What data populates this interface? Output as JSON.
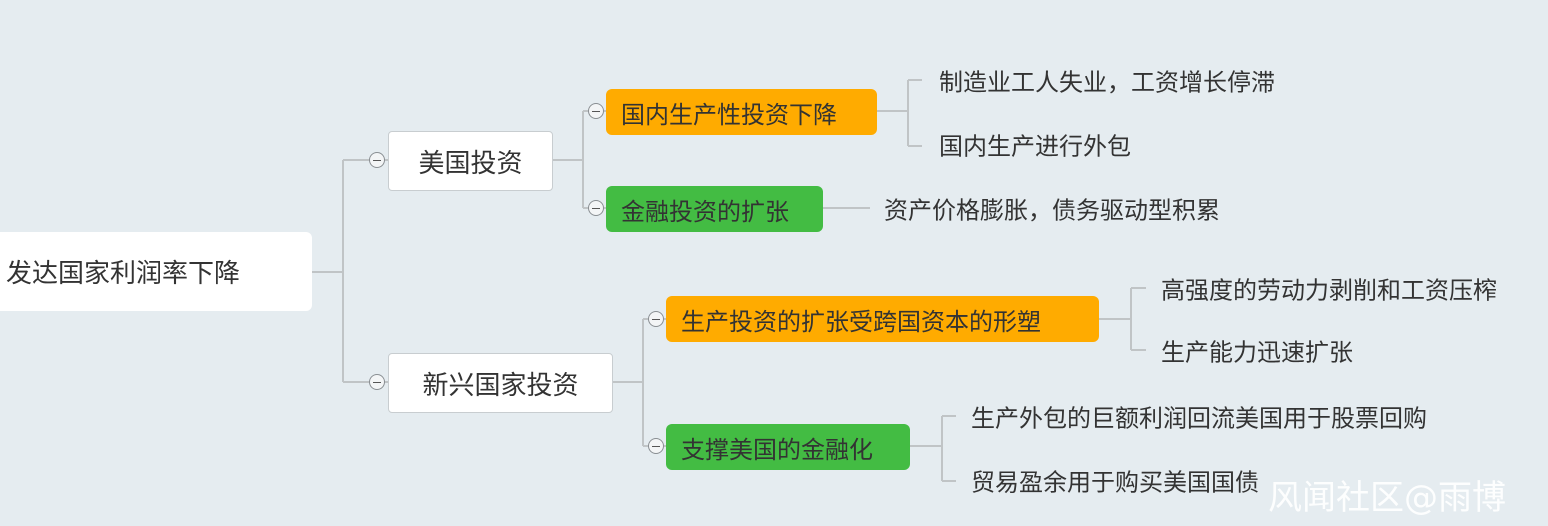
{
  "root": {
    "label": "发达国家利润率下降"
  },
  "branches": [
    {
      "label": "美国投资",
      "children": [
        {
          "label": "国内生产性投资下降",
          "color": "#ffab00",
          "leaves": [
            "制造业工人失业，工资增长停滞",
            "国内生产进行外包"
          ]
        },
        {
          "label": "金融投资的扩张",
          "color": "#43bc43",
          "leaves": [
            "资产价格膨胀，债务驱动型积累"
          ]
        }
      ]
    },
    {
      "label": "新兴国家投资",
      "children": [
        {
          "label": "生产投资的扩张受跨国资本的形塑",
          "color": "#ffab00",
          "leaves": [
            "高强度的劳动力剥削和工资压榨",
            "生产能力迅速扩张"
          ]
        },
        {
          "label": "支撑美国的金融化",
          "color": "#43bc43",
          "leaves": [
            "生产外包的巨额利润回流美国用于股票回购",
            "贸易盈余用于购买美国国债"
          ]
        }
      ]
    }
  ],
  "watermark": "风闻社区@雨博"
}
